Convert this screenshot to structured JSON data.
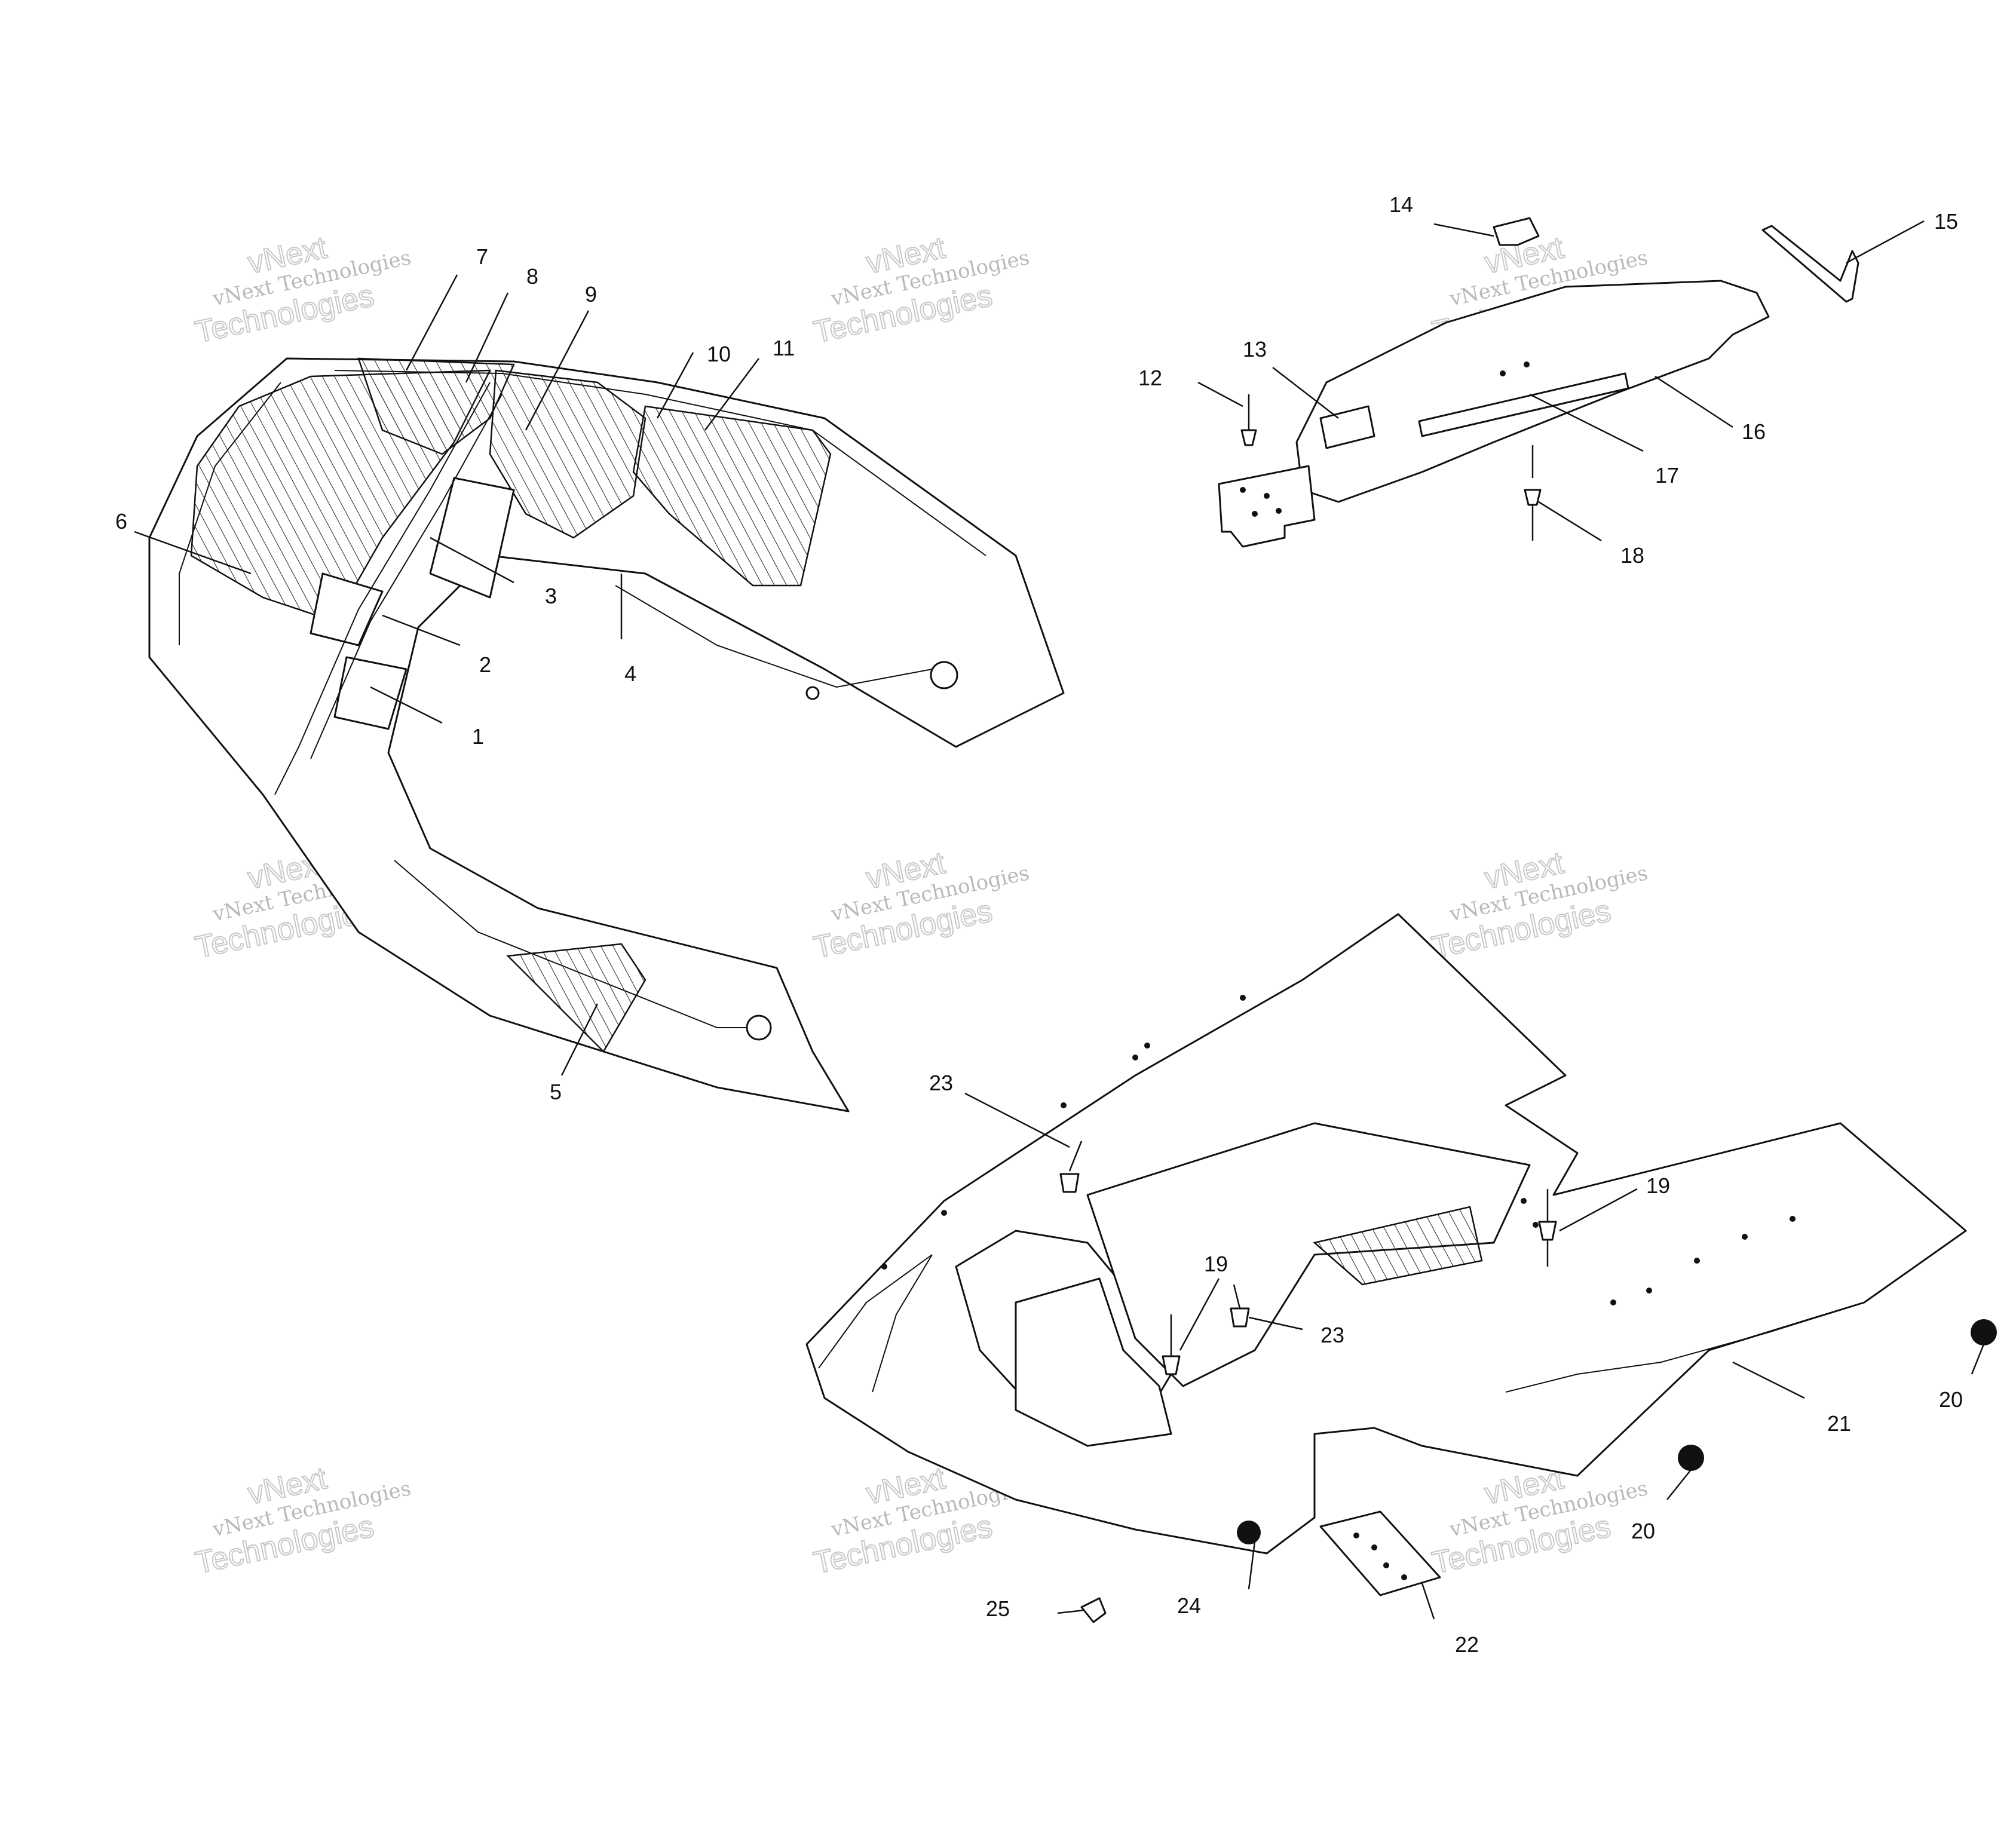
{
  "watermark": {
    "line1": "vNext",
    "line2": "vNext Technologies",
    "line3": "Technologies"
  },
  "callouts": [
    "1",
    "2",
    "3",
    "4",
    "5",
    "6",
    "7",
    "8",
    "9",
    "10",
    "11",
    "12",
    "13",
    "14",
    "15",
    "16",
    "17",
    "18",
    "19",
    "19",
    "20",
    "20",
    "21",
    "22",
    "23",
    "23",
    "24",
    "25"
  ]
}
